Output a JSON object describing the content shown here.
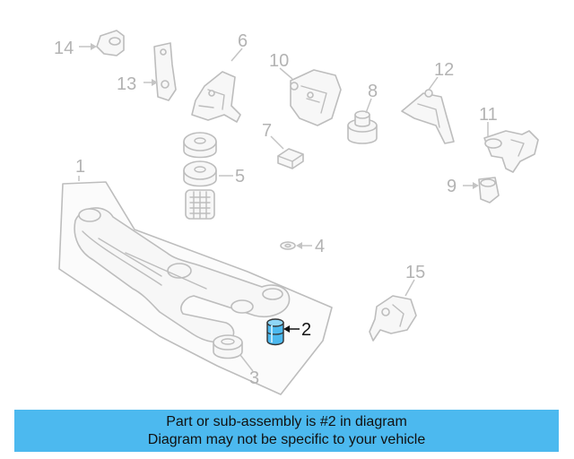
{
  "diagram": {
    "callouts": {
      "c1": "1",
      "c2": "2",
      "c3": "3",
      "c4": "4",
      "c5": "5",
      "c6": "6",
      "c7": "7",
      "c8": "8",
      "c9": "9",
      "c10": "10",
      "c11": "11",
      "c12": "12",
      "c13": "13",
      "c14": "14",
      "c15": "15"
    },
    "highlighted_part": "2",
    "highlight_color": "#4cb9ef",
    "line_color": "#bdbdbd"
  },
  "banner": {
    "line1": "Part or sub-assembly is #2 in diagram",
    "line2": "Diagram may not be specific to your vehicle",
    "background": "#4cb9ef"
  }
}
